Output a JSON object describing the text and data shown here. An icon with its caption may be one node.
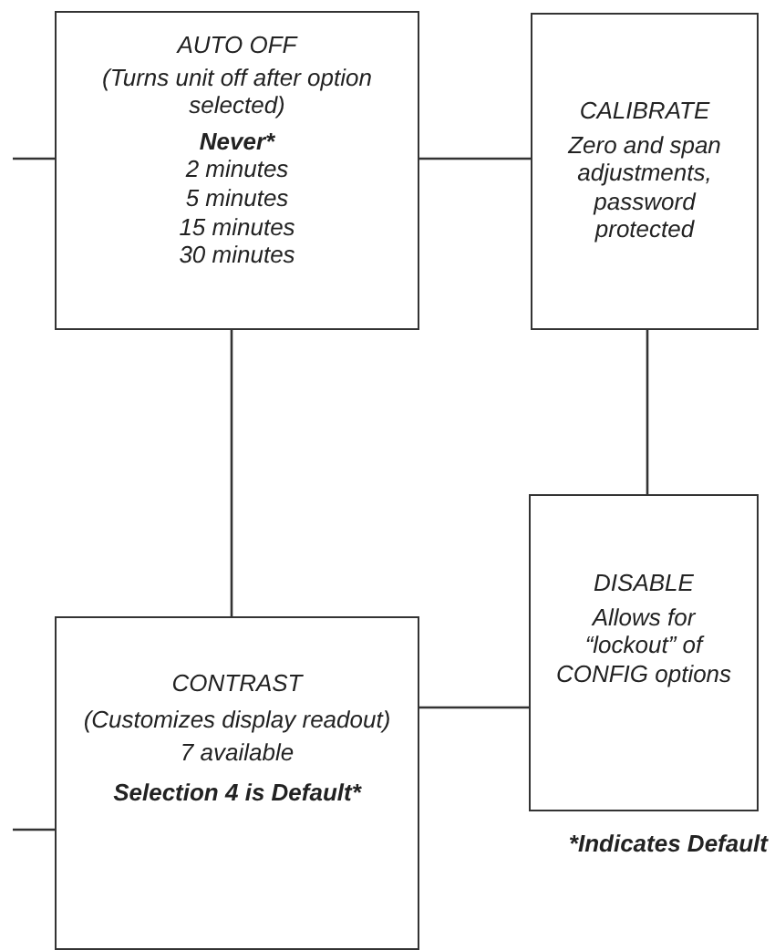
{
  "diagram": {
    "nodes": [
      {
        "text": [
          "AUTO OFF",
          "(Turns unit off after option selected)",
          "Never*",
          "2 minutes",
          "5 minutes",
          "15 minutes",
          "30 minutes"
        ]
      },
      {
        "text": [
          "CALIBRATE",
          "Zero and span adjustments, password protected"
        ]
      },
      {
        "text": [
          "DISABLE",
          "Allows for “lockout” of CONFIG options"
        ]
      },
      {
        "text": [
          "CONTRAST",
          "(Customizes display readout)",
          "7 available",
          "Selection 4 is Default*"
        ]
      }
    ],
    "edges": [
      {
        "from": null,
        "to": 0,
        "arrow": "none"
      },
      {
        "from": 0,
        "to": 1,
        "arrow": "none"
      },
      {
        "from": 0,
        "to": 3,
        "arrow": "none"
      },
      {
        "from": 1,
        "to": 2,
        "arrow": "none"
      },
      {
        "from": 3,
        "to": 2,
        "arrow": "none"
      },
      {
        "from": null,
        "to": 3,
        "arrow": "none"
      }
    ],
    "labels": [
      "*Indicates Default"
    ]
  }
}
